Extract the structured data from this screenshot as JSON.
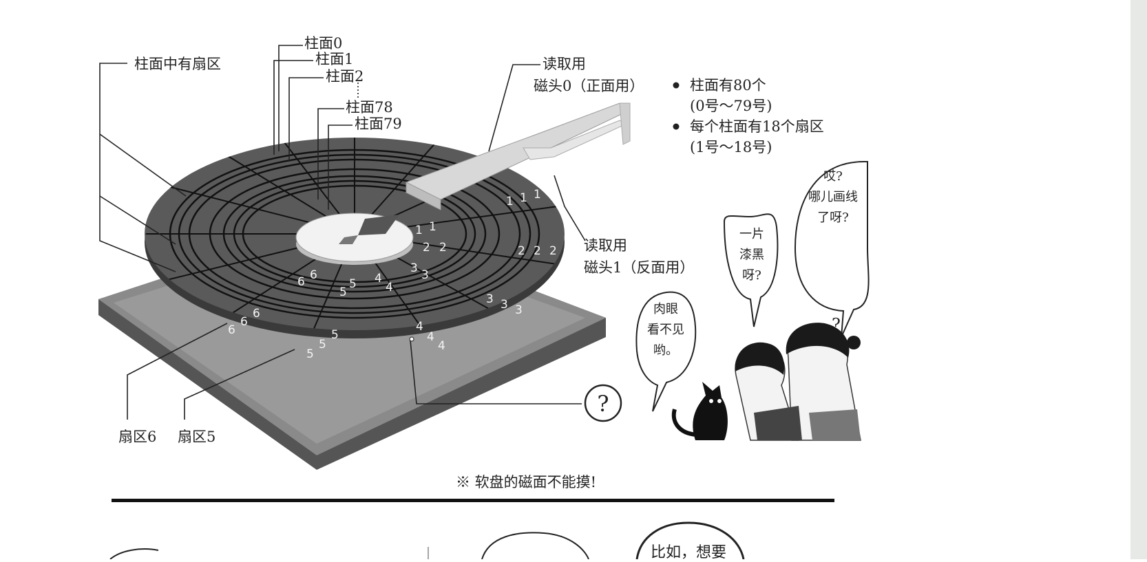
{
  "labels": {
    "cylinder_has_sectors": "柱面中有扇区",
    "cyl0": "柱面0",
    "cyl1": "柱面1",
    "cyl2": "柱面2",
    "cyl78": "柱面78",
    "cyl79": "柱面79",
    "head0_line1": "读取用",
    "head0_line2": "磁头0（正面用）",
    "head1_line1": "读取用",
    "head1_line2": "磁头1（反面用）",
    "sector6": "扇区6",
    "sector5": "扇区5",
    "question": "?"
  },
  "notes": [
    {
      "line1": "柱面有80个",
      "line2": "(0号～79号)"
    },
    {
      "line1": "每个柱面有18个扇区",
      "line2": "(1号～18号)"
    }
  ],
  "bubbles": {
    "eh": [
      "哎?",
      "哪儿画线",
      "了呀?"
    ],
    "dark": [
      "一片",
      "漆黑",
      "呀?"
    ],
    "invisible": [
      "肉眼",
      "看不见",
      "哟。"
    ]
  },
  "sector_numbers": {
    "s1": "1",
    "s2": "2",
    "s3": "3",
    "s4": "4",
    "s5": "5",
    "s6": "6"
  },
  "footnote": "※ 软盘的磁面不能摸!",
  "next_panel": {
    "bubble_text": "比如，想要"
  }
}
